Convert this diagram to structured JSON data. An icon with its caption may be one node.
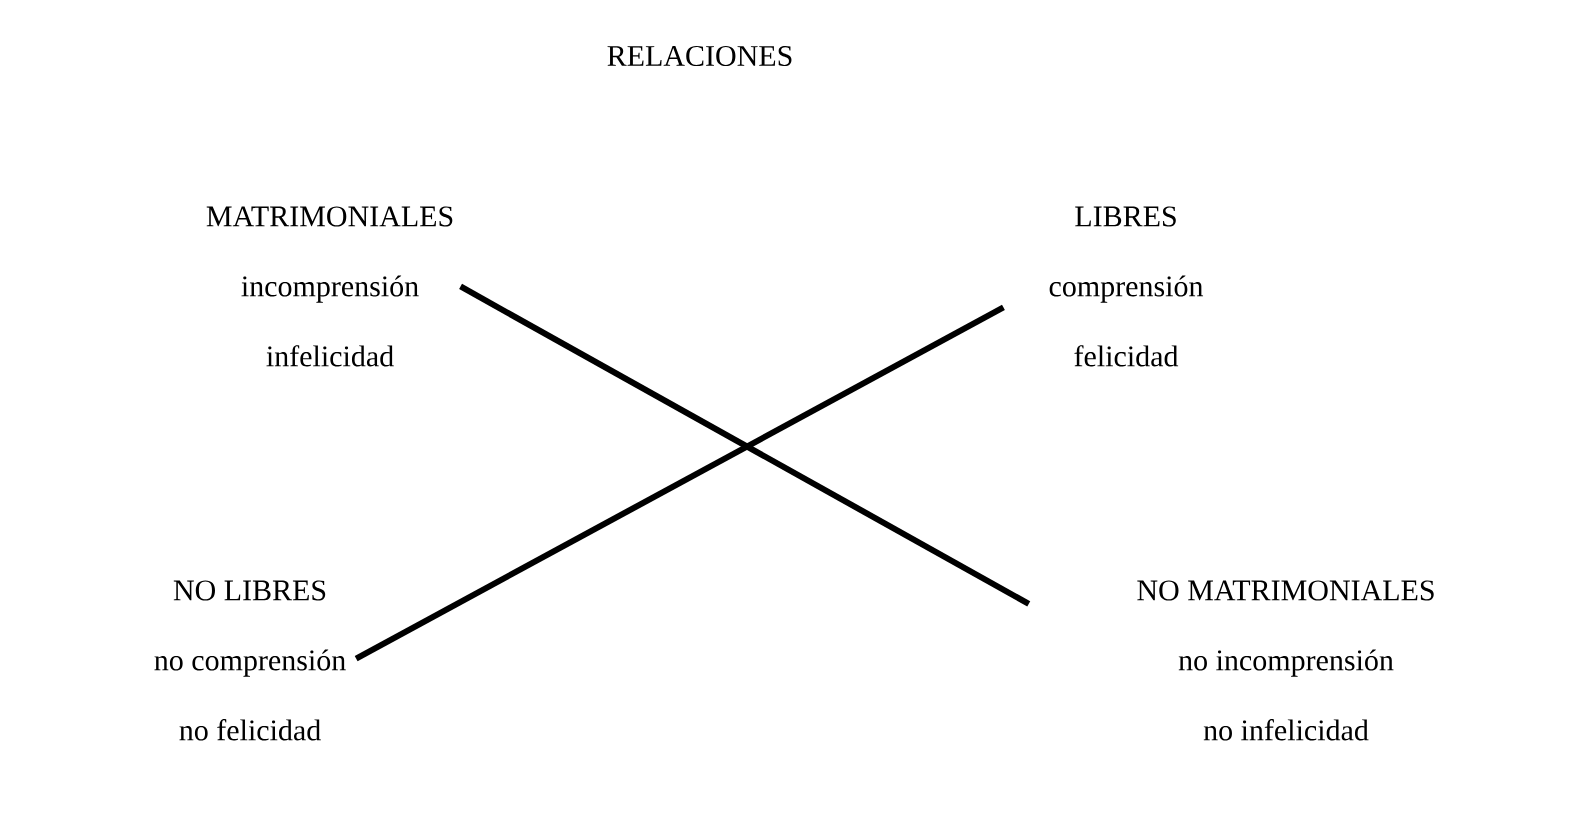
{
  "diagram": {
    "title": "RELACIONES",
    "nodes": [
      {
        "text": [
          "MATRIMONIALES",
          "incomprensión",
          "infelicidad"
        ]
      },
      {
        "text": [
          "LIBRES",
          "comprensión",
          "felicidad"
        ]
      },
      {
        "text": [
          "NO LIBRES",
          "no comprensión",
          "no felicidad"
        ]
      },
      {
        "text": [
          "NO MATRIMONIALES",
          "no incomprensión",
          "no infelicidad"
        ]
      }
    ],
    "edges": [
      {
        "from": 0,
        "to": 3,
        "arrow": "none"
      },
      {
        "from": 2,
        "to": 1,
        "arrow": "none"
      }
    ]
  }
}
